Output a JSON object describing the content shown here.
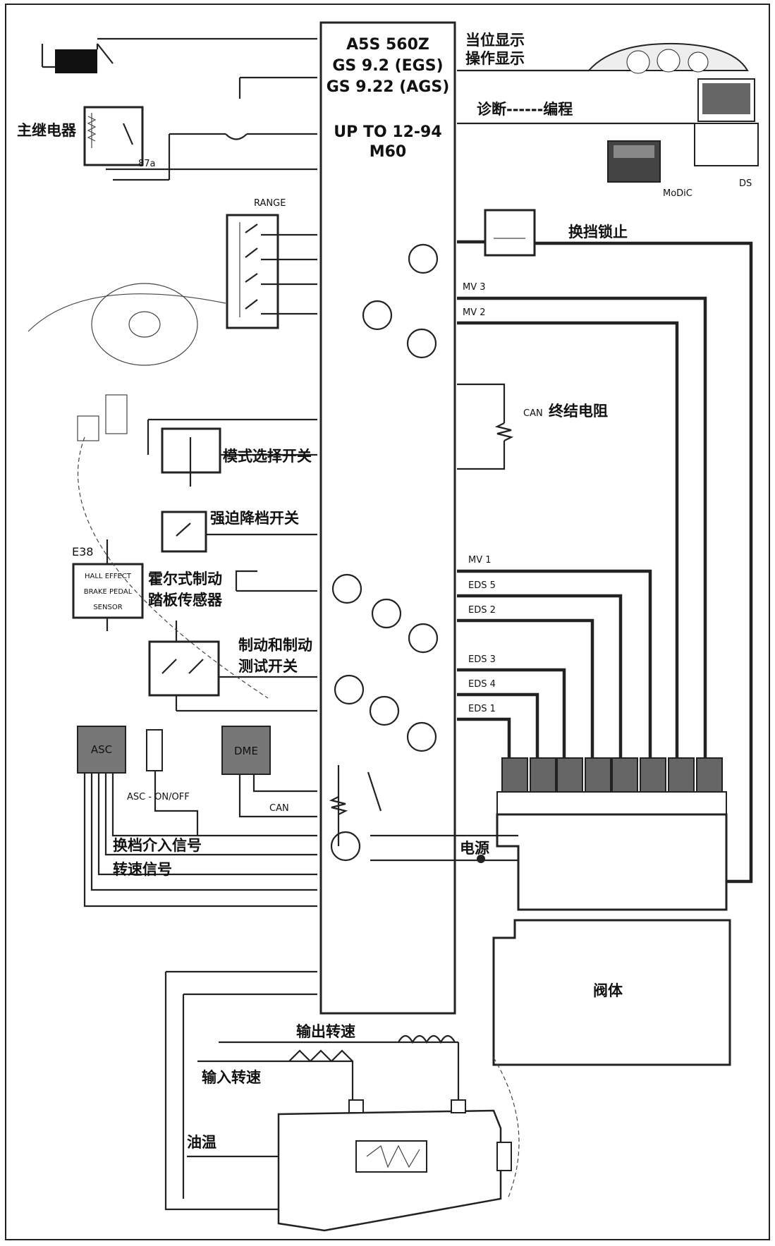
{
  "ecu": {
    "line1": "A5S 560Z",
    "line2": "GS 9.2 (EGS)",
    "line3": "GS 9.22 (AGS)",
    "line4": "UP TO 12-94",
    "line5": "M60"
  },
  "labels": {
    "main_relay": "主继电器",
    "relay_87a": "87a",
    "display_1": "当位显示",
    "display_2": "操作显示",
    "diag": "诊断------编程",
    "modic": "MoDiC",
    "ds": "DS",
    "range": "RANGE",
    "shift_lock": "换挡锁止",
    "mv3": "MV 3",
    "mv2": "MV 2",
    "can_term_prefix": "CAN",
    "can_term": "终结电阻",
    "mode_switch": "模式选择开关",
    "kickdown": "强迫降档开关",
    "e38": "E38",
    "hall_sensor_1": "HALL EFFECT",
    "hall_sensor_2": "BRAKE PEDAL",
    "hall_sensor_3": "SENSOR",
    "hall_brake_1": "霍尔式制动",
    "hall_brake_2": "踏板传感器",
    "mv1": "MV 1",
    "eds5": "EDS 5",
    "eds2": "EDS 2",
    "eds3": "EDS 3",
    "eds4": "EDS 4",
    "eds1": "EDS 1",
    "brake_test_1": "制动和制动",
    "brake_test_2": "测试开关",
    "asc": "ASC",
    "asc_onoff": "ASC - ON/OFF",
    "dme": "DME",
    "can": "CAN",
    "shift_intervention": "换档介入信号",
    "speed_signal": "转速信号",
    "power": "电源",
    "valve_body": "阀体",
    "output_speed": "输出转速",
    "input_speed": "输入转速",
    "oil_temp": "油温"
  }
}
